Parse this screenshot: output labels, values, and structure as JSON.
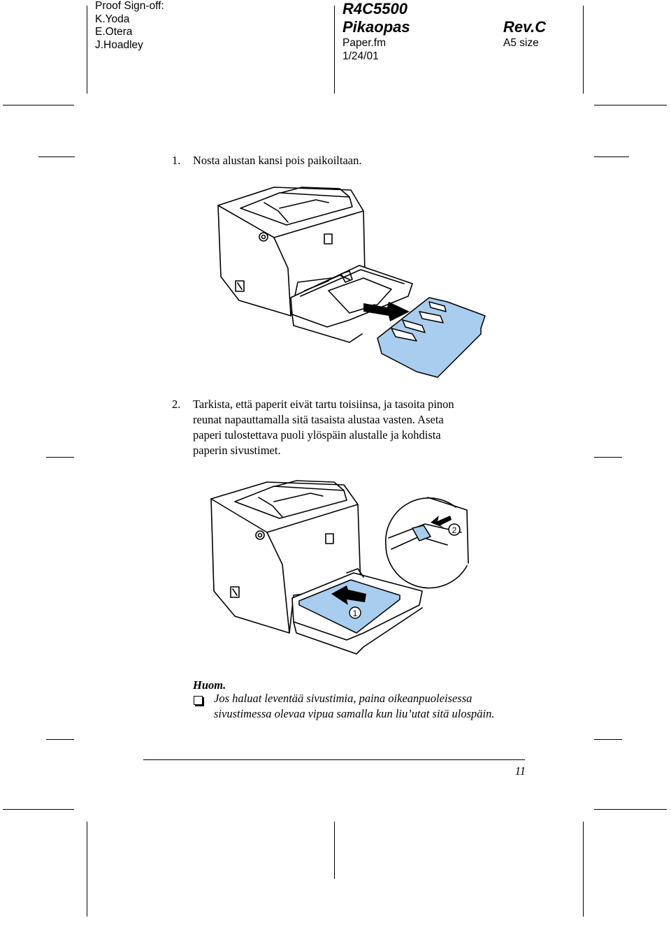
{
  "header": {
    "proof_lines": [
      "Proof Sign-off:",
      "K.Yoda",
      "E.Otera",
      "J.Hoadley"
    ],
    "model": "R4C5500",
    "guide": "Pikaopas",
    "file": "Paper.fm",
    "date": "1/24/01",
    "revision": "Rev.C",
    "size": "A5 size"
  },
  "steps": [
    {
      "number": "1.",
      "text": "Nosta alustan kansi pois paikoiltaan."
    },
    {
      "number": "2.",
      "lines": [
        "Tarkista, että paperit eivät tartu toisiinsa, ja tasoita pinon",
        "reunat napauttamalla sitä tasaista alustaa vasten. Aseta",
        "paperi tulostettava puoli ylöspäin alustalle ja kohdista",
        "paperin sivustimet."
      ]
    }
  ],
  "figure2": {
    "callout_1": "1",
    "callout_2": "2"
  },
  "note": {
    "title": "Huom.",
    "lines": [
      "Jos haluat leventää sivustimia, paina oikeanpuoleisessa",
      "sivustimessa olevaa vipua samalla kun liu’utat sitä ulospäin."
    ]
  },
  "footer": {
    "page_number": "11"
  },
  "colors": {
    "paper_fill": "#a8cdee",
    "ink": "#000000"
  }
}
